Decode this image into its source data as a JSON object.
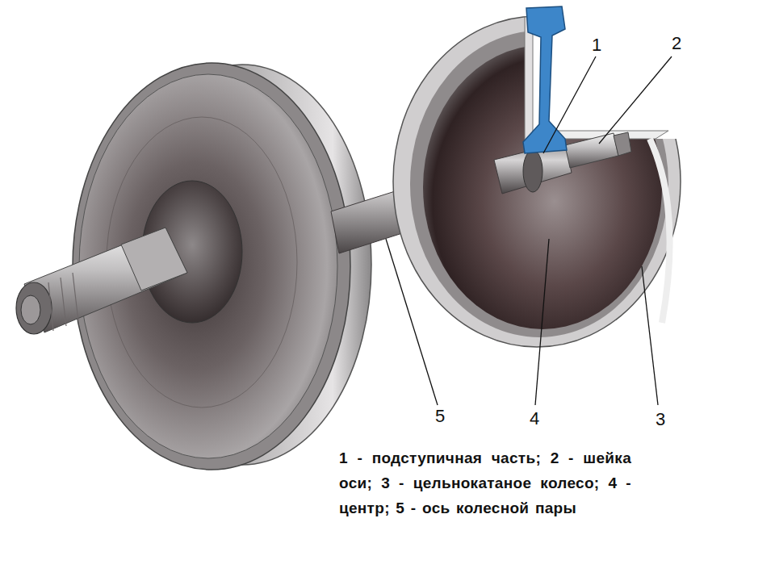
{
  "diagram": {
    "caption": "1 - подступичная часть; 2 - шейка оси; 3 - цельнокатаное колесо; 4 - центр; 5 - ось колесной пары",
    "labels": [
      "1",
      "2",
      "3",
      "4",
      "5"
    ]
  }
}
